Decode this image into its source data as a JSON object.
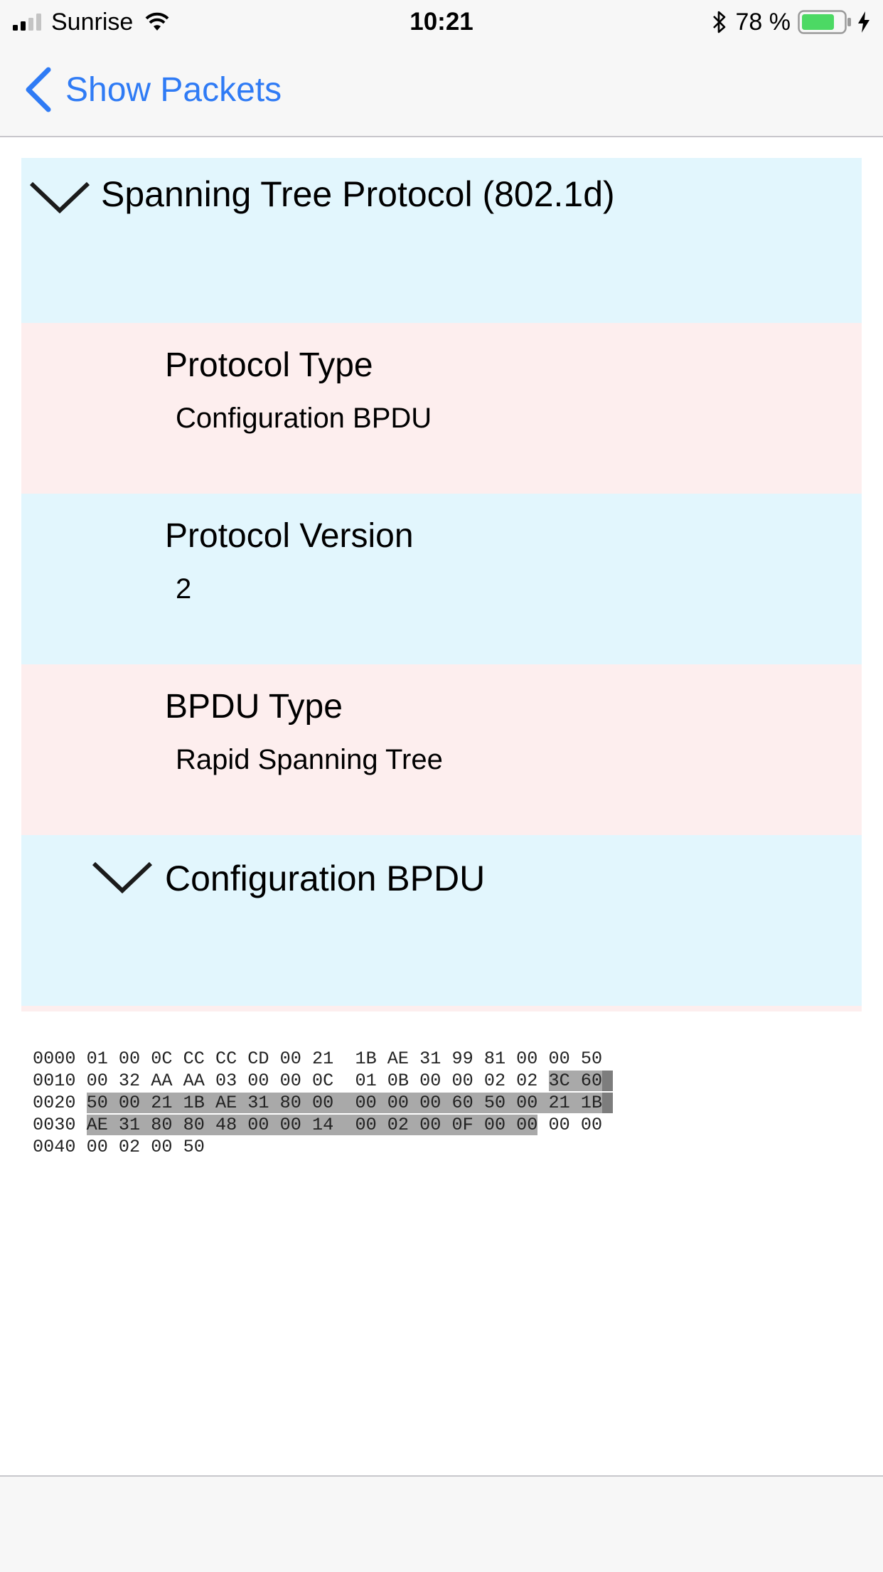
{
  "status_bar": {
    "carrier": "Sunrise",
    "time": "10:21",
    "battery_percent": "78 %",
    "battery_level": 0.78,
    "signal_bars": 2,
    "signal_bars_total": 4,
    "icons": [
      "signal-icon",
      "wifi-icon",
      "bluetooth-icon",
      "battery-icon",
      "charging-icon"
    ]
  },
  "nav": {
    "back_label": "Show Packets",
    "accent_color": "#2f7bf5"
  },
  "tree": {
    "root": {
      "title": "Spanning Tree Protocol (802.1d)",
      "expanded": true
    },
    "fields": [
      {
        "label": "Protocol Type",
        "value": "Configuration BPDU"
      },
      {
        "label": "Protocol Version",
        "value": "2"
      },
      {
        "label": "BPDU Type",
        "value": "Rapid Spanning Tree"
      }
    ],
    "subgroup": {
      "title": "Configuration BPDU",
      "expanded": true
    },
    "row_colors": {
      "blue": "#e2f6fd",
      "pink": "#fdeeee"
    }
  },
  "hexdump": {
    "lines": [
      "0000 01 00 0C CC CC CD 00 21  1B AE 31 99 81 00 00 50",
      "0010 00 32 AA AA 03 00 00 0C  01 0B 00 00 02 02 3C 60",
      "0020 50 00 21 1B AE 31 80 00  00 00 00 60 50 00 21 1B",
      "0030 AE 31 80 80 48 00 00 14  00 02 00 0F 00 00 00 00",
      "0040 00 02 00 50"
    ],
    "highlight": {
      "start": "0x001E",
      "end": "0x003D"
    }
  }
}
